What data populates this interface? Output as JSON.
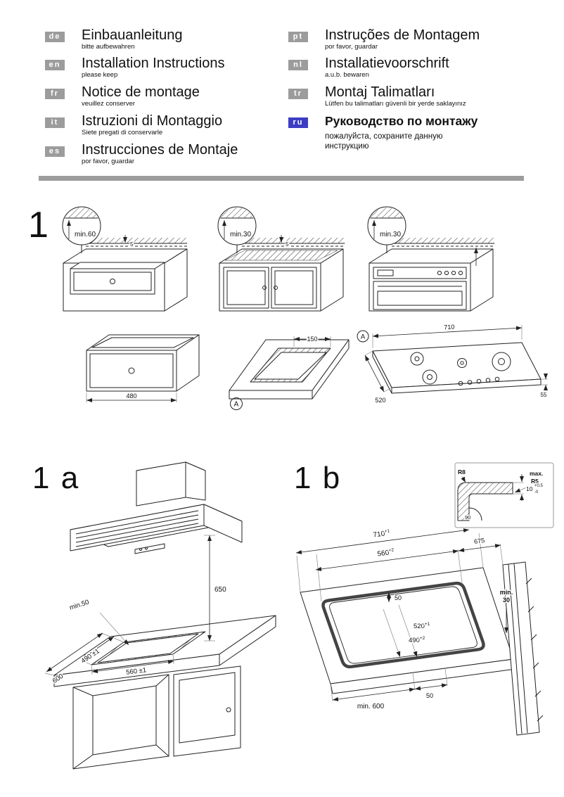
{
  "colors": {
    "badge": "#9c9c9c",
    "badge_ru": "#3d3dc4",
    "divider": "#9c9c9c",
    "line": "#222222"
  },
  "header": {
    "left": [
      {
        "code": "de",
        "title": "Einbauanleitung",
        "subtitle": "bitte aufbewahren"
      },
      {
        "code": "en",
        "title": "Installation Instructions",
        "subtitle": "please keep"
      },
      {
        "code": "fr",
        "title": "Notice de montage",
        "subtitle": "veuillez conserver"
      },
      {
        "code": "it",
        "title": "Istruzioni di Montaggio",
        "subtitle": "Siete pregati di conservarle"
      },
      {
        "code": "es",
        "title": "Instrucciones de Montaje",
        "subtitle": "por favor, guardar"
      }
    ],
    "right": [
      {
        "code": "pt",
        "title": "Instruções de Montagem",
        "subtitle": "por favor, guardar"
      },
      {
        "code": "nl",
        "title": "Installatievoorschrift",
        "subtitle": "a.u.b. bewaren"
      },
      {
        "code": "tr",
        "title": "Montaj Talimatları",
        "subtitle": "Lütfen bu talimatları güvenli bir yerde saklayınız"
      },
      {
        "code": "ru",
        "title": "Руководство по монтажу",
        "subtitle": "пожалуйста, сохраните данную инструкцию"
      }
    ]
  },
  "fig1": {
    "label": "1",
    "d1": {
      "callout": "min.60",
      "gap": "5"
    },
    "d2": {
      "callout": "min.30",
      "gap": "5"
    },
    "d3": {
      "callout": "min.30"
    },
    "drawer": {
      "width": "480"
    },
    "cutout": {
      "dim": "150",
      "ref": "A"
    },
    "hob": {
      "ref": "A",
      "width": "710",
      "depth": "520",
      "height": "55"
    }
  },
  "fig1a": {
    "label": "1 a",
    "hood_clearance": "650",
    "rear_gap": "min.50",
    "cut_width": "560 ±1",
    "cut_depth": "490 ±1",
    "worktop_depth": "600"
  },
  "fig1b": {
    "label": "1 b",
    "dim_outer": {
      "v": "710",
      "tol": "+1"
    },
    "dim_cut_w": {
      "v": "560",
      "tol": "+2"
    },
    "dim_alt": "675",
    "dim_50_top": "50",
    "dim_depth1": {
      "v": "520",
      "tol": "+1"
    },
    "dim_depth2": {
      "v": "490",
      "tol": "+2"
    },
    "dim_min600": "min. 600",
    "dim_50_bottom": "50",
    "dim_min30_line1": "min.",
    "dim_min30_line2": "30",
    "inset": {
      "r8": "R8",
      "max1": "max.",
      "max2": "R5",
      "thk": "10",
      "thk_plus": "+0.5",
      "thk_minus": "-0",
      "angle": "90"
    }
  }
}
